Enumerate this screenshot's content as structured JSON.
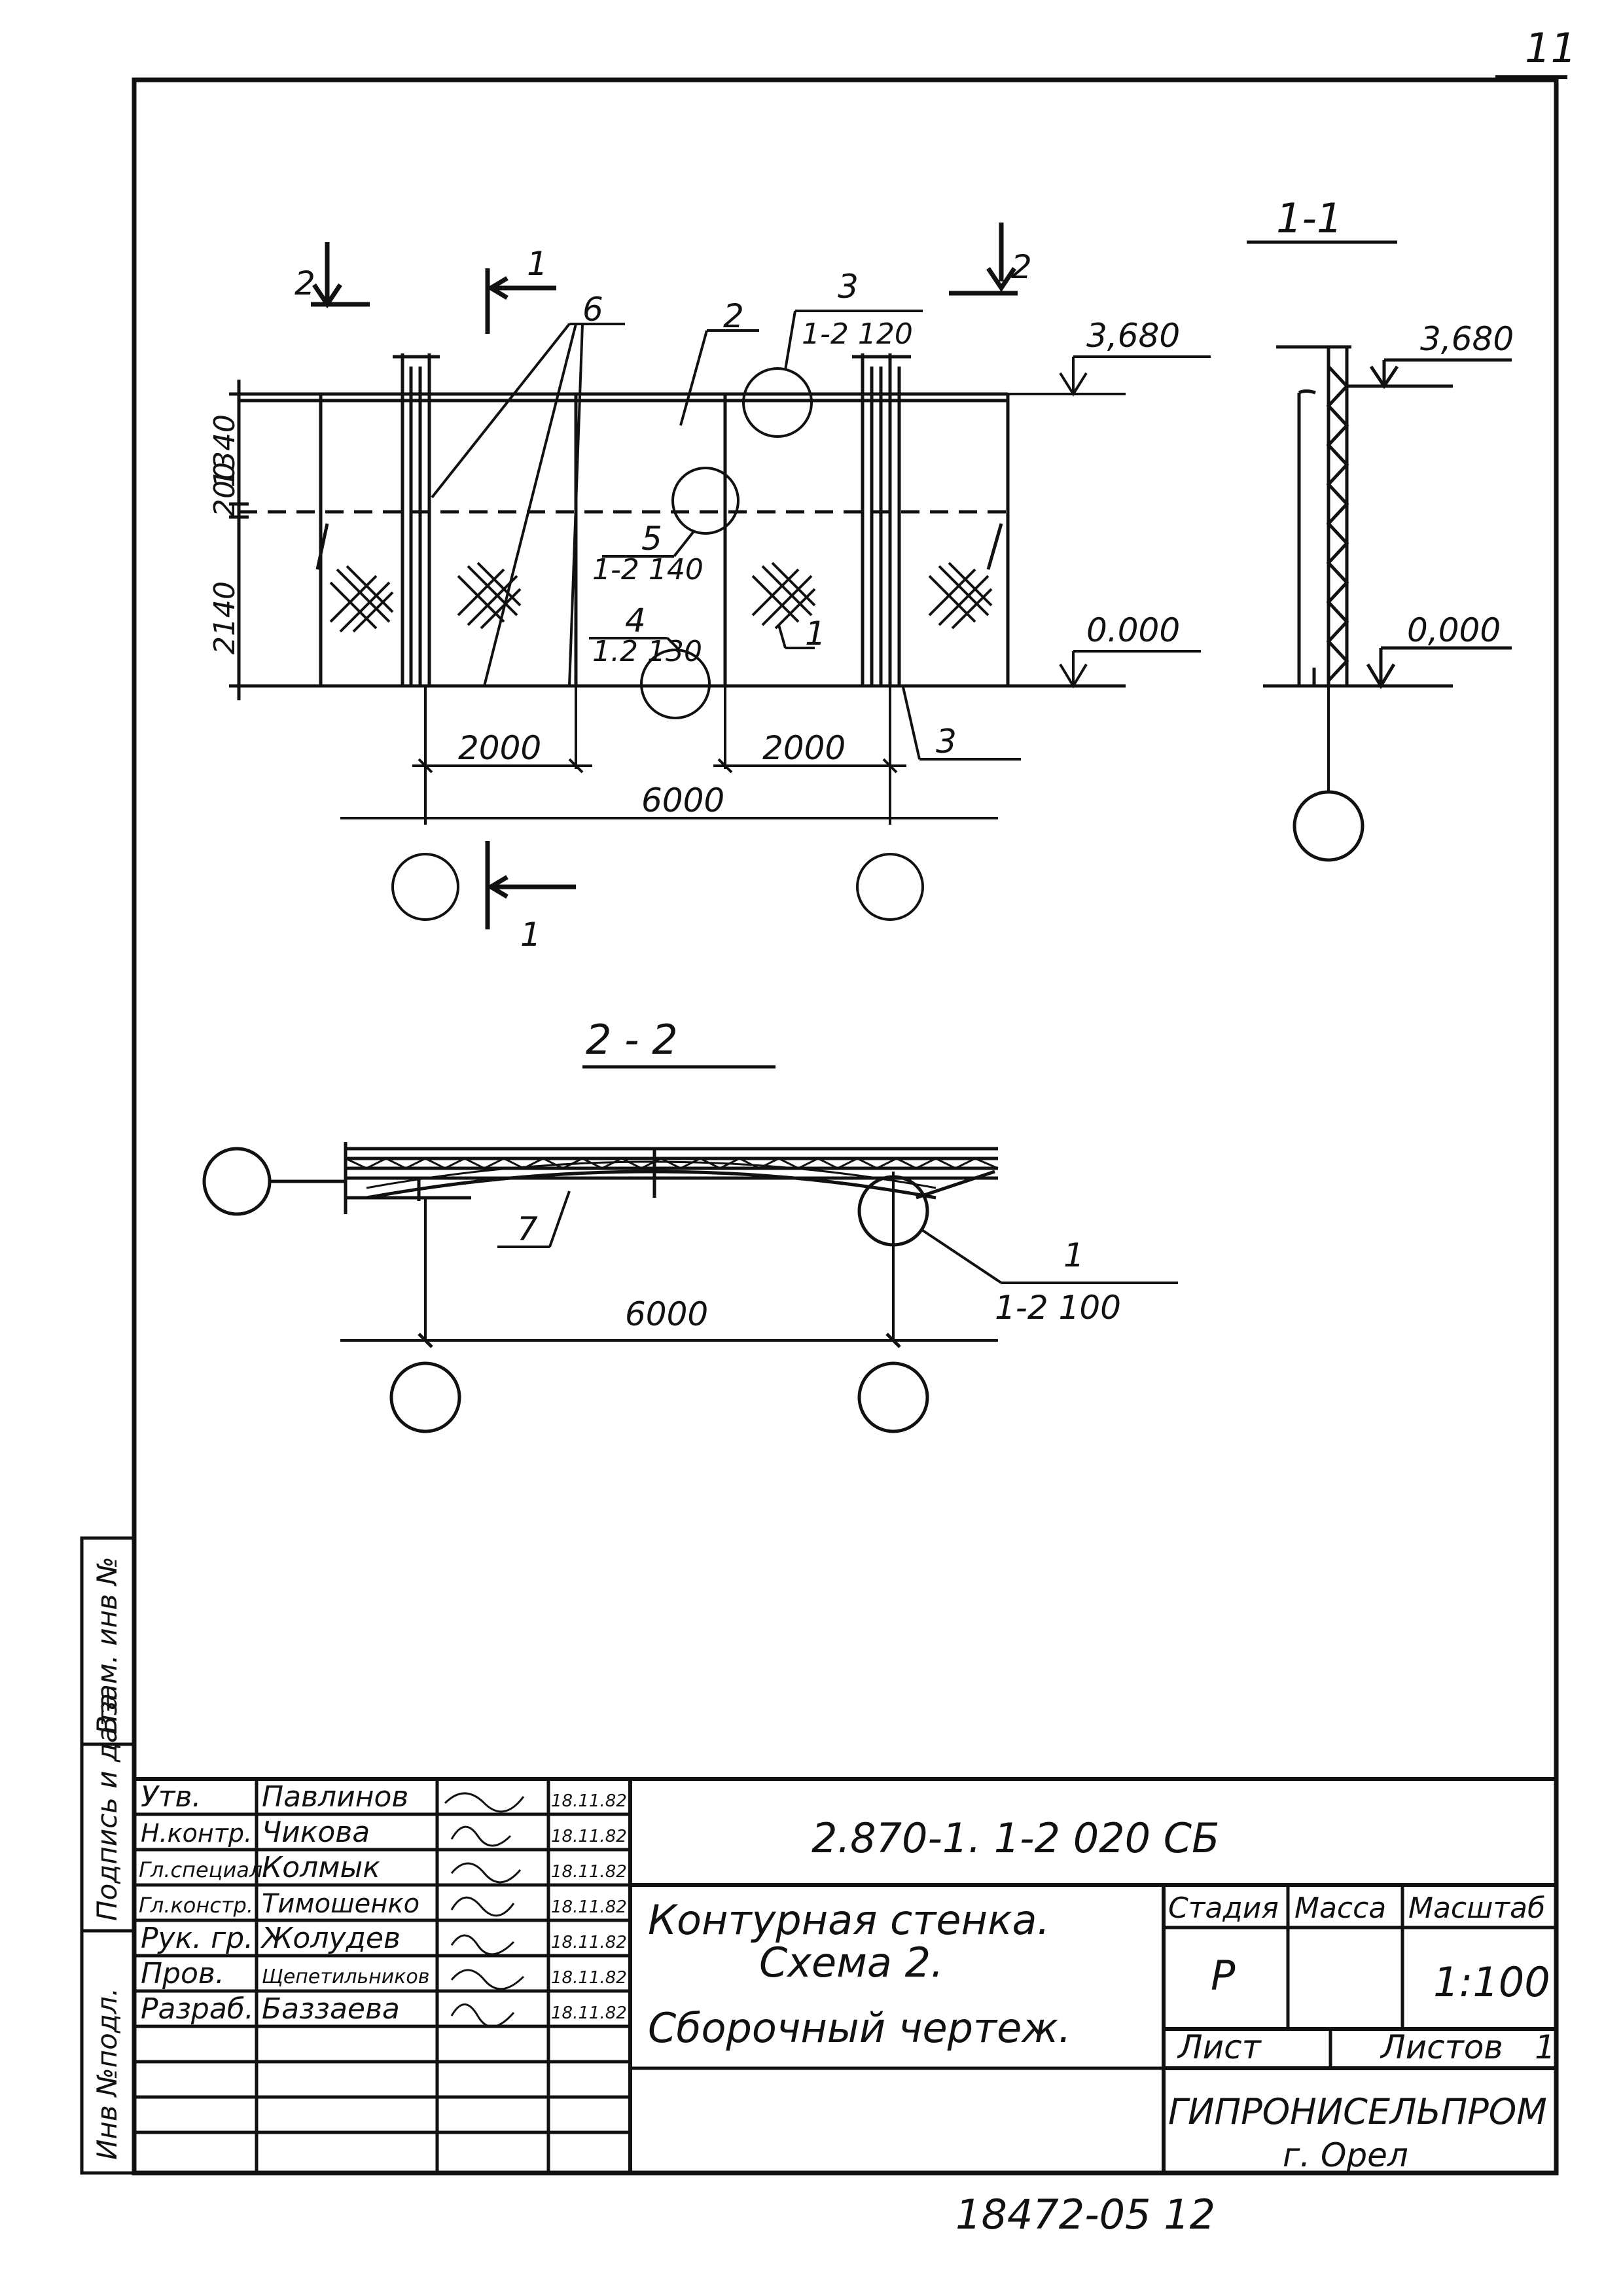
{
  "sheet_number": "11",
  "drawing": {
    "plan": {
      "section_marks": {
        "left_2": "2",
        "right_2": "2",
        "top_1": "1",
        "bottom_1": "1"
      },
      "elevation_top": "3,680",
      "elevation_bottom": "0.000",
      "dim_upper": "1340",
      "dim_gap": "200",
      "dim_lower": "2140",
      "dim_left": "2000",
      "dim_right": "2000",
      "dim_total": "6000",
      "pos_6": "6",
      "pos_2": "2",
      "pos_3_top": "3",
      "callout_top": "1-2 120",
      "pos_5": "5",
      "callout_5": "1-2 140",
      "pos_4": "4",
      "callout_4": "1.2 130",
      "pos_1": "1",
      "pos_3_bottom": "3"
    },
    "section_1_1": {
      "title": "1-1",
      "elevation_top": "3,680",
      "elevation_bottom": "0,000"
    },
    "section_2_2": {
      "title": "2 - 2",
      "pos_7": "7",
      "pos_1": "1",
      "callout_1": "1-2 100",
      "dim_total": "6000"
    }
  },
  "side_stamp": {
    "inv_podl": "Инв №подл.",
    "podpis_data": "Подпись и дата",
    "vzam_inv": "Взам. инв №"
  },
  "title_block": {
    "roles": [
      {
        "role": "Утв.",
        "name": "Павлинов",
        "date": "18.11.82"
      },
      {
        "role": "Н.контр.",
        "name": "Чикова",
        "date": "18.11.82"
      },
      {
        "role": "Гл.специал.",
        "name": "Колмык",
        "date": "18.11.82"
      },
      {
        "role": "Гл.констр.",
        "name": "Тимошенко",
        "date": "18.11.82"
      },
      {
        "role": "Рук. гр.",
        "name": "Жолудев",
        "date": "18.11.82"
      },
      {
        "role": "Пров.",
        "name": "Щепетильников",
        "date": "18.11.82"
      },
      {
        "role": "Разраб.",
        "name": "Баззаева",
        "date": "18.11.82"
      }
    ],
    "designation": "2.870-1. 1-2 020 СБ",
    "title_line1": "Контурная стенка.",
    "title_line2": "Схема 2.",
    "title_line3": "Сборочный чертеж.",
    "stage_header": "Стадия",
    "mass_header": "Масса",
    "scale_header": "Масштаб",
    "stage_value": "Р",
    "mass_value": "",
    "scale_value": "1:100",
    "sheet_label": "Лист",
    "sheets_label": "Листов",
    "sheets_value": "1",
    "organization": "ГИПРОНИСЕЛЬПРОМ",
    "city": "г. Орел"
  },
  "footer_number": "18472-05 12"
}
